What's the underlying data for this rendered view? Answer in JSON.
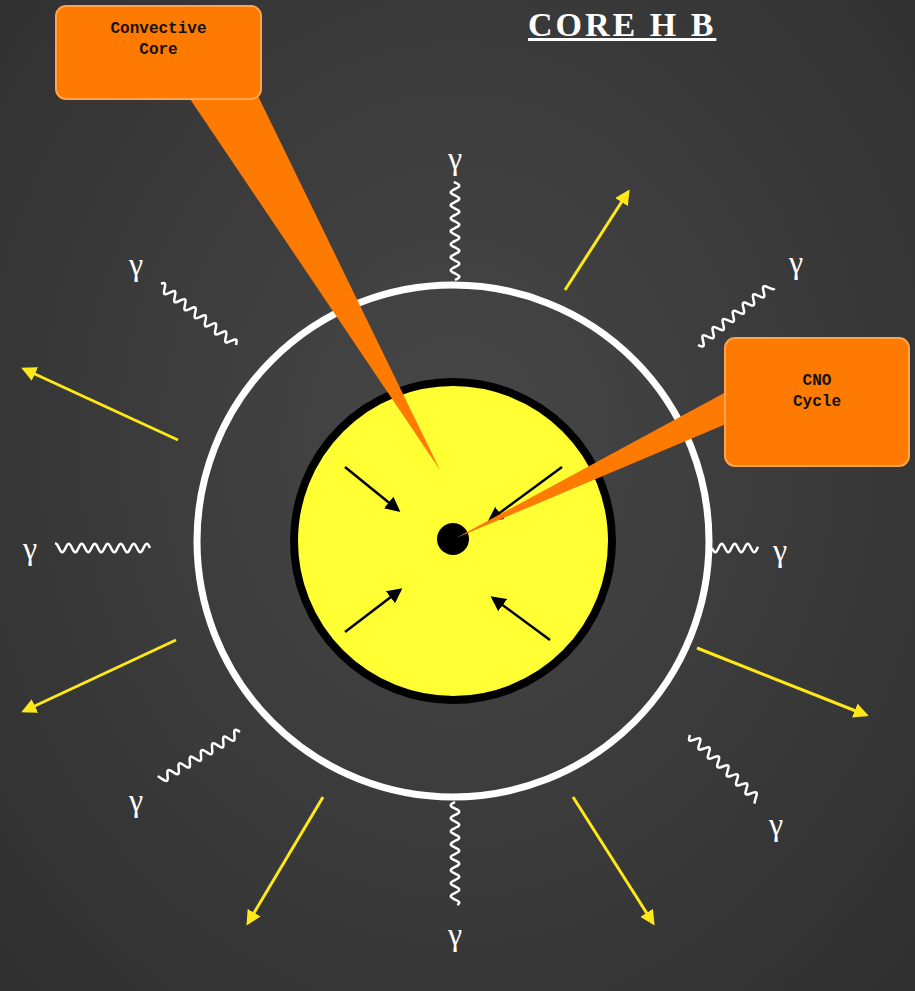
{
  "diagram": {
    "title": "CORE H B",
    "nodes": [
      {
        "text": [
          "Convective Core"
        ]
      },
      {
        "text": [
          "CNO Cycle"
        ]
      }
    ],
    "labels": [
      "γ",
      "γ",
      "γ",
      "γ",
      "γ",
      "γ",
      "γ",
      "γ"
    ]
  }
}
